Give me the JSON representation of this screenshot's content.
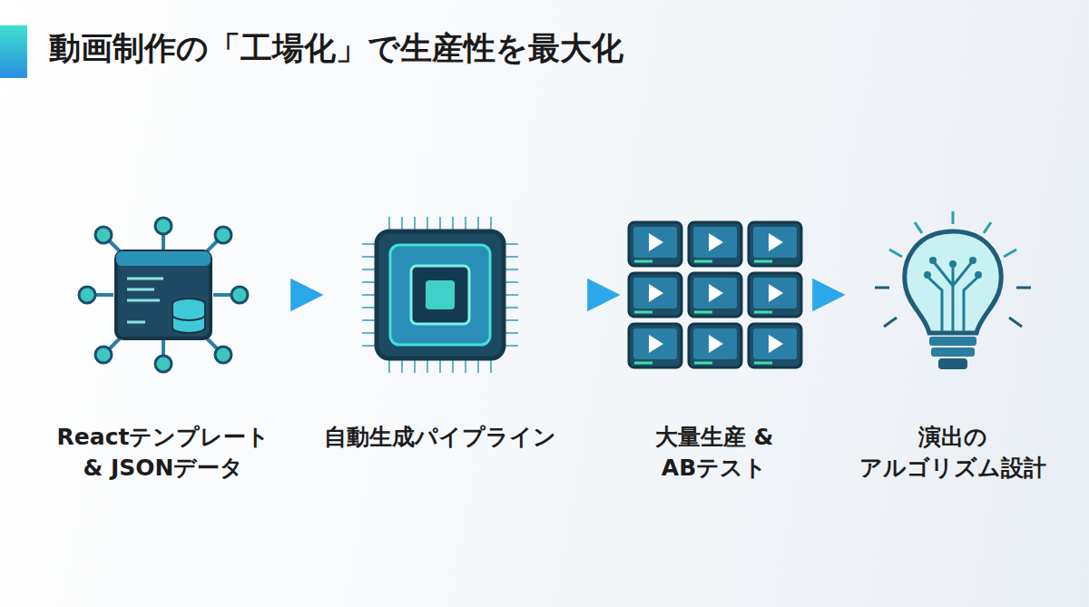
{
  "diagram": {
    "title": "動画制作の「工場化」で生産性を最大化",
    "nodes": [
      {
        "text": [
          "Reactテンプレート & JSONデータ"
        ]
      },
      {
        "text": [
          "自動生成パイプライン"
        ]
      },
      {
        "text": [
          "大量生産 & ABテスト"
        ]
      },
      {
        "text": [
          "演出の アルゴリズム設計"
        ]
      }
    ],
    "edges": [
      {
        "from": 0,
        "to": 1,
        "arrow": "to"
      },
      {
        "from": 1,
        "to": 2,
        "arrow": "to"
      },
      {
        "from": 2,
        "to": 3,
        "arrow": "to"
      }
    ]
  }
}
